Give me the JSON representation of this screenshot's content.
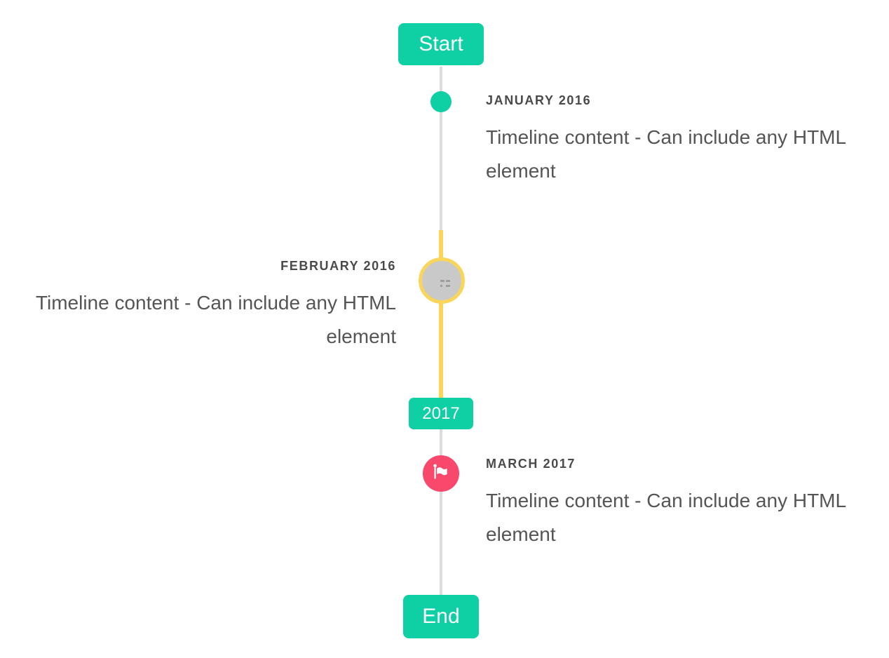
{
  "timeline": {
    "start_badge": "Start",
    "year_badge": "2017",
    "end_badge": "End",
    "colors": {
      "accent_teal": "#0fcfa4",
      "accent_yellow": "#f9d65a",
      "accent_red": "#f8486c",
      "line_gray": "#dcdcdc",
      "marker_gray": "#c9c9c9",
      "glyph_gray": "#9e9e9e",
      "label_text": "#4a4a4a",
      "content_text": "#555555"
    },
    "entries": [
      {
        "date_label": "JANUARY 2016",
        "content": "Timeline content - Can include any HTML element",
        "side": "right",
        "marker": "teal-dot"
      },
      {
        "date_label": "FEBRUARY 2016",
        "content": "Timeline content - Can include any HTML element",
        "side": "left",
        "marker": "gray-image-circle-yellow-ring"
      },
      {
        "date_label": "MARCH 2017",
        "content": "Timeline content - Can include any HTML element",
        "side": "right",
        "marker": "red-flag-circle"
      }
    ]
  }
}
